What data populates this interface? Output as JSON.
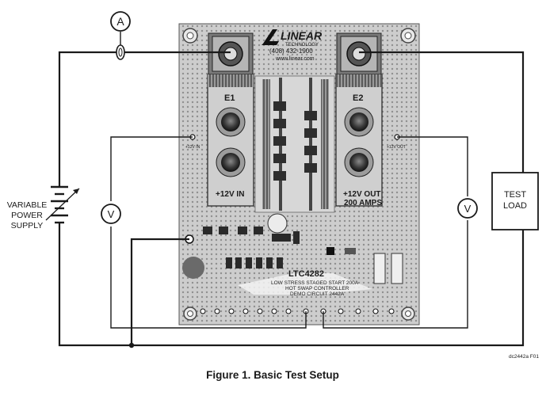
{
  "figure": {
    "caption": "Figure 1. Basic Test Setup",
    "code": "dc2442a F01"
  },
  "instruments": {
    "ammeter": "A",
    "voltmeter_left": "V",
    "voltmeter_right": "V"
  },
  "supply": {
    "label_lines": [
      "VARIABLE",
      "POWER",
      "SUPPLY"
    ]
  },
  "load": {
    "label_lines": [
      "TEST",
      "LOAD"
    ]
  },
  "board": {
    "brand": "LINEAR",
    "brand_sub": "TECHNOLOGY",
    "phone": "(408) 432-1900",
    "website": "www.linear.com",
    "terminal_left": "E1",
    "terminal_right": "E2",
    "input_label": "+12V IN",
    "output_label_1": "+12V OUT",
    "output_label_2": "200 AMPS",
    "vin_test": "+12V IN",
    "vout_test": "+12V OUT",
    "part": "LTC4282",
    "desc_1": "LOW STRESS STAGED START 200A",
    "desc_2": "HOT SWAP CONTROLLER",
    "desc_3": "DEMO CIRCUIT 2442A"
  }
}
